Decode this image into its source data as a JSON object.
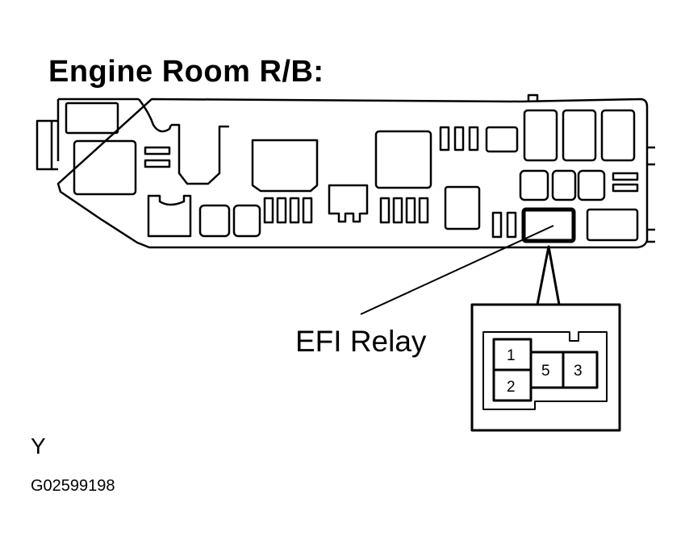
{
  "title": "Engine Room R/B:",
  "callout_label": "EFI Relay",
  "corner_mark": "Y",
  "figure_code": "G02599198",
  "relay_terminals": {
    "t1": "1",
    "t2": "2",
    "t5": "5",
    "t3": "3"
  }
}
